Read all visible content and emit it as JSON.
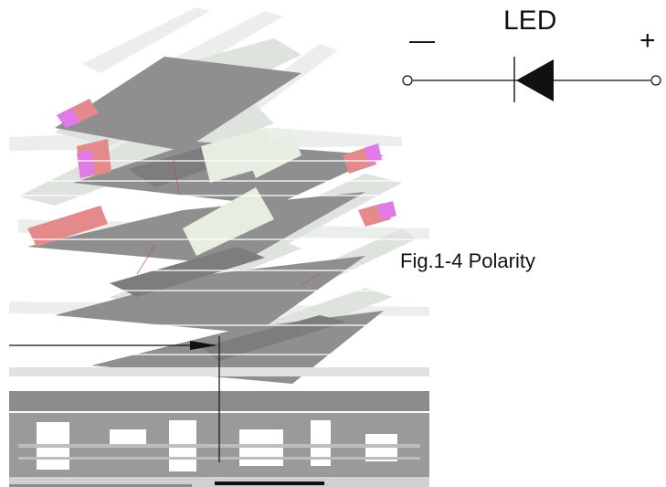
{
  "figure": {
    "caption": "Fig.1-4 Polarity",
    "symbol": {
      "name": "LED",
      "negative": "—",
      "positive": "+"
    },
    "photo": {
      "subject": "diode component",
      "colors": {
        "body_gray": "#8c8c8c",
        "light_gray": "#d4d4d4",
        "pale_green": "#e6eee2",
        "band_pink": "#e58a8a",
        "band_magenta": "#e07ae6",
        "line_black": "#111111"
      }
    }
  }
}
